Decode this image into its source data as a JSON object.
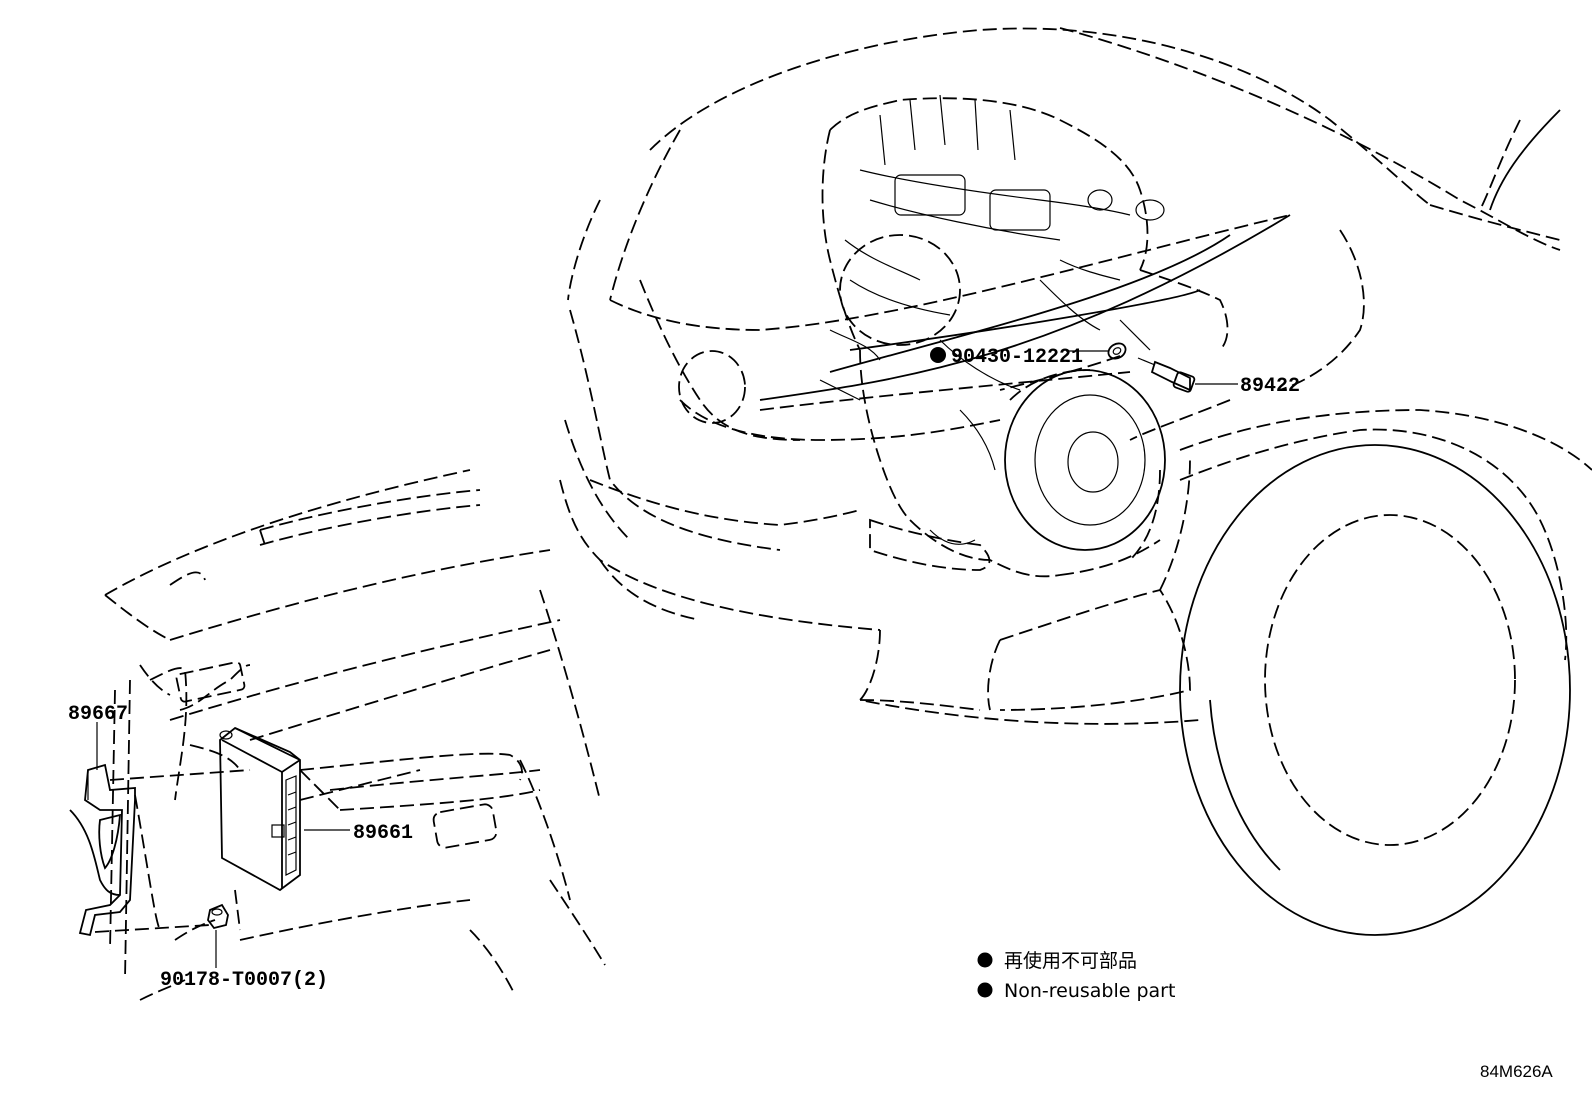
{
  "parts": {
    "p89667": "89667",
    "p89661": "89661",
    "p90178": "90178-T0007(2)",
    "p90430": "90430-12221",
    "p89422": "89422"
  },
  "legend": {
    "jp": "再使用不可部品",
    "en": "Non-reusable part"
  },
  "diagram_code": "84M626A"
}
